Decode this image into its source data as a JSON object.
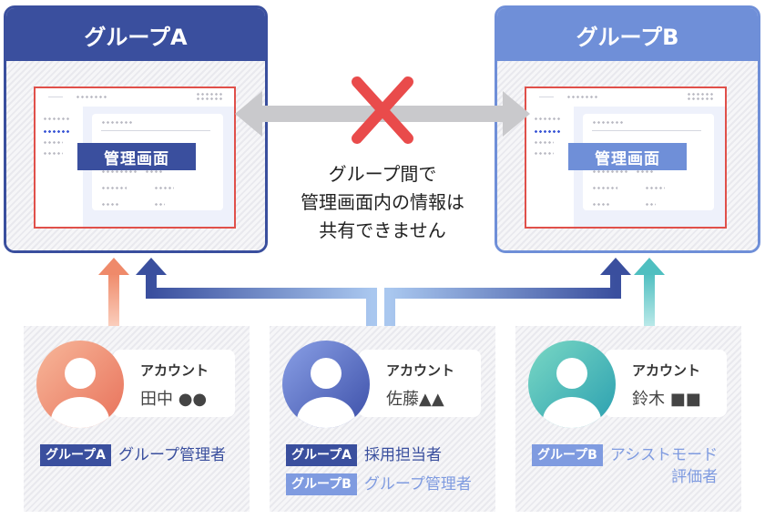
{
  "groups": {
    "a": {
      "title": "グループA",
      "screen_label": "管理画面"
    },
    "b": {
      "title": "グループB",
      "screen_label": "管理画面"
    }
  },
  "note": {
    "line1": "グループ間で",
    "line2": "管理画面内の情報は",
    "line3": "共有できません"
  },
  "accounts": [
    {
      "label": "アカウント",
      "name": "田中 ●●",
      "roles": [
        {
          "group_tag": "グループA",
          "role": "グループ管理者"
        }
      ]
    },
    {
      "label": "アカウント",
      "name": "佐藤▲▲",
      "roles": [
        {
          "group_tag": "グループA",
          "role": "採用担当者"
        },
        {
          "group_tag": "グループB",
          "role": "グループ管理者"
        }
      ]
    },
    {
      "label": "アカウント",
      "name": "鈴木 ■■",
      "roles": [
        {
          "group_tag": "グループB",
          "role_line1": "アシストモード",
          "role_line2": "評価者"
        }
      ]
    }
  ],
  "colors": {
    "group_a": "#3a4f9e",
    "group_b": "#6f8fd8",
    "cross": "#e94b4b",
    "arrow_orange": "#ef8a6a",
    "arrow_teal": "#4fbfc0"
  },
  "icons": [
    "x-cross-icon",
    "double-arrow-icon",
    "person-avatar-icon"
  ]
}
